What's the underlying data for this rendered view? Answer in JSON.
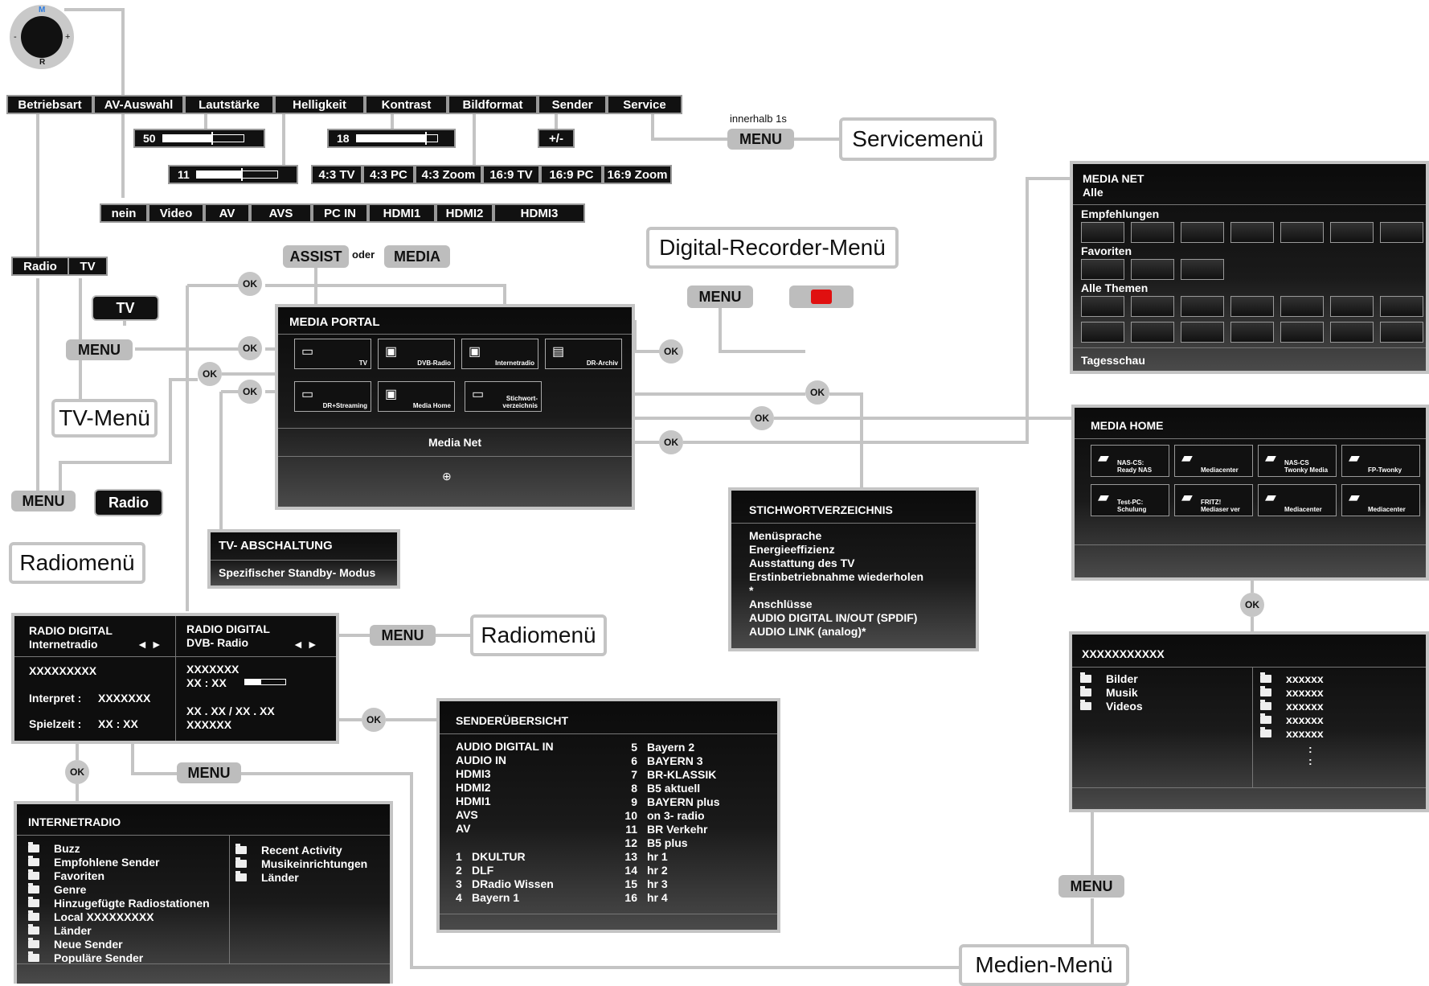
{
  "knob": {
    "top": "M",
    "left": "-",
    "right": "+",
    "bottom": "R"
  },
  "function_bar": [
    "Betriebsart",
    "AV-Auswahl",
    "Lautstärke",
    "Helligkeit",
    "Kontrast",
    "Bildformat",
    "Sender",
    "Service"
  ],
  "sliders": {
    "volume": {
      "value": "50",
      "level": 0.6
    },
    "brightness": {
      "value": "11",
      "level": 0.55
    },
    "contrast": {
      "value": "18",
      "level": 0.85
    }
  },
  "sender_pm": "+/-",
  "bildformat_options": [
    "4:3 TV",
    "4:3 PC",
    "4:3 Zoom",
    "16:9 TV",
    "16:9 PC",
    "16:9 Zoom"
  ],
  "av_options": [
    "nein",
    "Video",
    "AV",
    "AVS",
    "PC IN",
    "HDMI1",
    "HDMI2",
    "HDMI3"
  ],
  "service": {
    "hint": "innerhalb 1s",
    "menu": "MENU",
    "label": "Servicemenü"
  },
  "betriebsart_options": [
    "Radio",
    "TV"
  ],
  "tv_key": "TV",
  "tv_menu_btn": "MENU",
  "tv_menu_label": "TV-Menü",
  "radio_menu_btn": "MENU",
  "radio_key": "Radio",
  "radio_menu_label": "Radiomenü",
  "assist": {
    "assist": "ASSIST",
    "oder": "oder",
    "media": "MEDIA"
  },
  "ok": "OK",
  "digital_recorder": {
    "label": "Digital-Recorder-Menü",
    "menu": "MENU"
  },
  "media_portal": {
    "title": "MEDIA PORTAL",
    "tiles": [
      "TV",
      "DVB-Radio",
      "Internetradio",
      "DR-Archiv",
      "DR+Streaming",
      "Media Home",
      "Stichwort-\nverzeichnis"
    ],
    "media_net": "Media Net"
  },
  "tv_abschaltung": {
    "title": "TV- ABSCHALTUNG",
    "item": "Spezifischer Standby- Modus"
  },
  "media_net_panel": {
    "title": "MEDIA NET",
    "subtitle": "Alle",
    "sections": [
      "Empfehlungen",
      "Favoriten",
      "Alle Themen"
    ],
    "footer": "Tagesschau"
  },
  "media_home": {
    "title": "MEDIA HOME",
    "tiles": [
      "NAS-CS:\nReady NAS",
      "Mediacenter",
      "NAS-CS\nTwonky Media",
      "FP-Twonky",
      "Test-PC:\nSchulung",
      "FRITZ!\nMediaser ver",
      "Mediacenter",
      "Mediacenter"
    ]
  },
  "stichwort": {
    "title": "STICHWORTVERZEICHNIS",
    "items": [
      "Menüsprache",
      "Energieeffizienz",
      "Ausstattung des TV",
      "Erstinbetriebnahme wiederholen",
      "*",
      "Anschlüsse",
      "AUDIO DIGITAL IN/OUT (SPDIF)",
      "AUDIO LINK (analog)*"
    ]
  },
  "radio_digital_left": {
    "title": "RADIO DIGITAL",
    "sub": "Internetradio",
    "arrows": "◄ ►",
    "name": "XXXXXXXXX",
    "interpret_label": "Interpret :",
    "interpret": "XXXXXXX",
    "spielzeit_label": "Spielzeit :",
    "spielzeit": "XX : XX"
  },
  "radio_digital_right": {
    "title": "RADIO DIGITAL",
    "sub": "DVB- Radio",
    "arrows": "◄ ►",
    "name": "XXXXXXX",
    "time": "XX : XX",
    "date": "XX . XX / XX . XX",
    "extra": "XXXXXX"
  },
  "radio_menu_btn2": "MENU",
  "radio_menu_label2": "Radiomenü",
  "menu_btn_bottom": "MENU",
  "senderuebersicht": {
    "title": "SENDERÜBERSICHT",
    "left_top": [
      "AUDIO DIGITAL IN",
      "AUDIO IN",
      "HDMI3",
      "HDMI2",
      "HDMI1",
      "AVS",
      "AV"
    ],
    "left_bottom": [
      [
        "1",
        "DKULTUR"
      ],
      [
        "2",
        "DLF"
      ],
      [
        "3",
        "DRadio Wissen"
      ],
      [
        "4",
        "Bayern 1"
      ]
    ],
    "right": [
      [
        "5",
        "Bayern 2"
      ],
      [
        "6",
        "BAYERN 3"
      ],
      [
        "7",
        "BR-KLASSIK"
      ],
      [
        "8",
        "B5 aktuell"
      ],
      [
        "9",
        "BAYERN plus"
      ],
      [
        "10",
        "on 3- radio"
      ],
      [
        "11",
        "BR Verkehr"
      ],
      [
        "12",
        "B5 plus"
      ],
      [
        "13",
        "hr 1"
      ],
      [
        "14",
        "hr 2"
      ],
      [
        "15",
        "hr 3"
      ],
      [
        "16",
        "hr 4"
      ]
    ]
  },
  "internetradio": {
    "title": "INTERNETRADIO",
    "left": [
      "Buzz",
      "Empfohlene Sender",
      "Favoriten",
      "Genre",
      "Hinzugefügte Radiostationen",
      "Local  XXXXXXXXX",
      "Länder",
      "Neue Sender",
      "Populäre Sender"
    ],
    "right": [
      "Recent Activity",
      "Musikeinrichtungen",
      "Länder"
    ]
  },
  "xxx_panel": {
    "title": "XXXXXXXXXXX",
    "left": [
      "Bilder",
      "Musik",
      "Videos"
    ],
    "right": [
      "xxxxxx",
      "xxxxxx",
      "xxxxxx",
      "xxxxxx",
      "xxxxxx"
    ],
    "dots": ":"
  },
  "medien_menu_btn": "MENU",
  "medien_menu_label": "Medien-Menü"
}
